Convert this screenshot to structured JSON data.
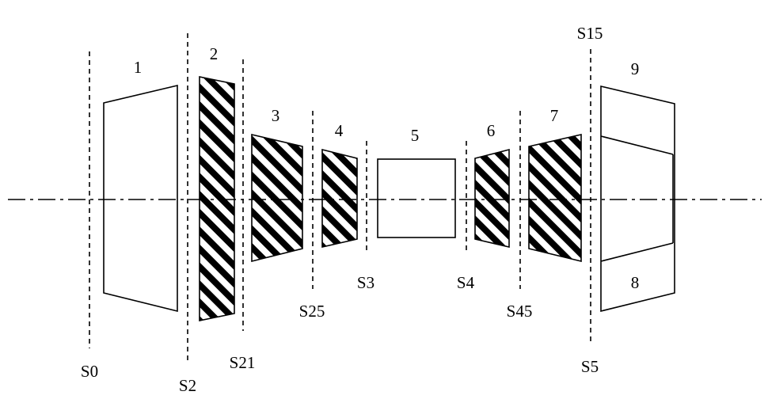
{
  "diagram": {
    "components": [
      {
        "label": "1"
      },
      {
        "label": "2"
      },
      {
        "label": "3"
      },
      {
        "label": "4"
      },
      {
        "label": "5"
      },
      {
        "label": "6"
      },
      {
        "label": "7"
      },
      {
        "label": "8"
      },
      {
        "label": "9"
      }
    ],
    "stations": [
      {
        "label": "S0"
      },
      {
        "label": "S2"
      },
      {
        "label": "S21"
      },
      {
        "label": "S25"
      },
      {
        "label": "S3"
      },
      {
        "label": "S4"
      },
      {
        "label": "S45"
      },
      {
        "label": "S15"
      },
      {
        "label": "S5"
      }
    ],
    "colors": {
      "stroke": "#000000",
      "background": "#ffffff"
    }
  }
}
